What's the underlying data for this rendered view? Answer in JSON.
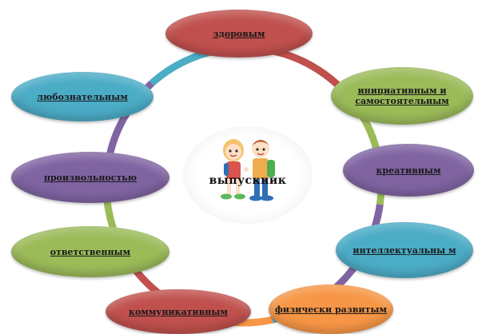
{
  "center": {
    "label": "выпускник"
  },
  "nodes": [
    {
      "id": "zdorovym",
      "label": "здоровым",
      "color": "#c0504d"
    },
    {
      "id": "iniciativnym",
      "label": "инициативным и самостоятельным",
      "color": "#9bbb59"
    },
    {
      "id": "kreativnym",
      "label": "креативным",
      "color": "#8064a2"
    },
    {
      "id": "intellektualnym",
      "label": "интеллектуальны м",
      "color": "#4bacc6"
    },
    {
      "id": "fizicheski",
      "label": "физически развитым",
      "color": "#f79646"
    },
    {
      "id": "kommunikativnym",
      "label": "коммуникативным",
      "color": "#c0504d"
    },
    {
      "id": "otvetstvennym",
      "label": "ответственным",
      "color": "#9bbb59"
    },
    {
      "id": "proizvolnostyu",
      "label": "произвольностью",
      "color": "#8064a2"
    },
    {
      "id": "lyuboznatelnym",
      "label": "любознательным",
      "color": "#4bacc6"
    }
  ],
  "connector_colors": [
    "#c0504d",
    "#9bbb59",
    "#8064a2",
    "#4bacc6",
    "#f79646",
    "#c0504d",
    "#9bbb59",
    "#8064a2",
    "#4bacc6"
  ]
}
